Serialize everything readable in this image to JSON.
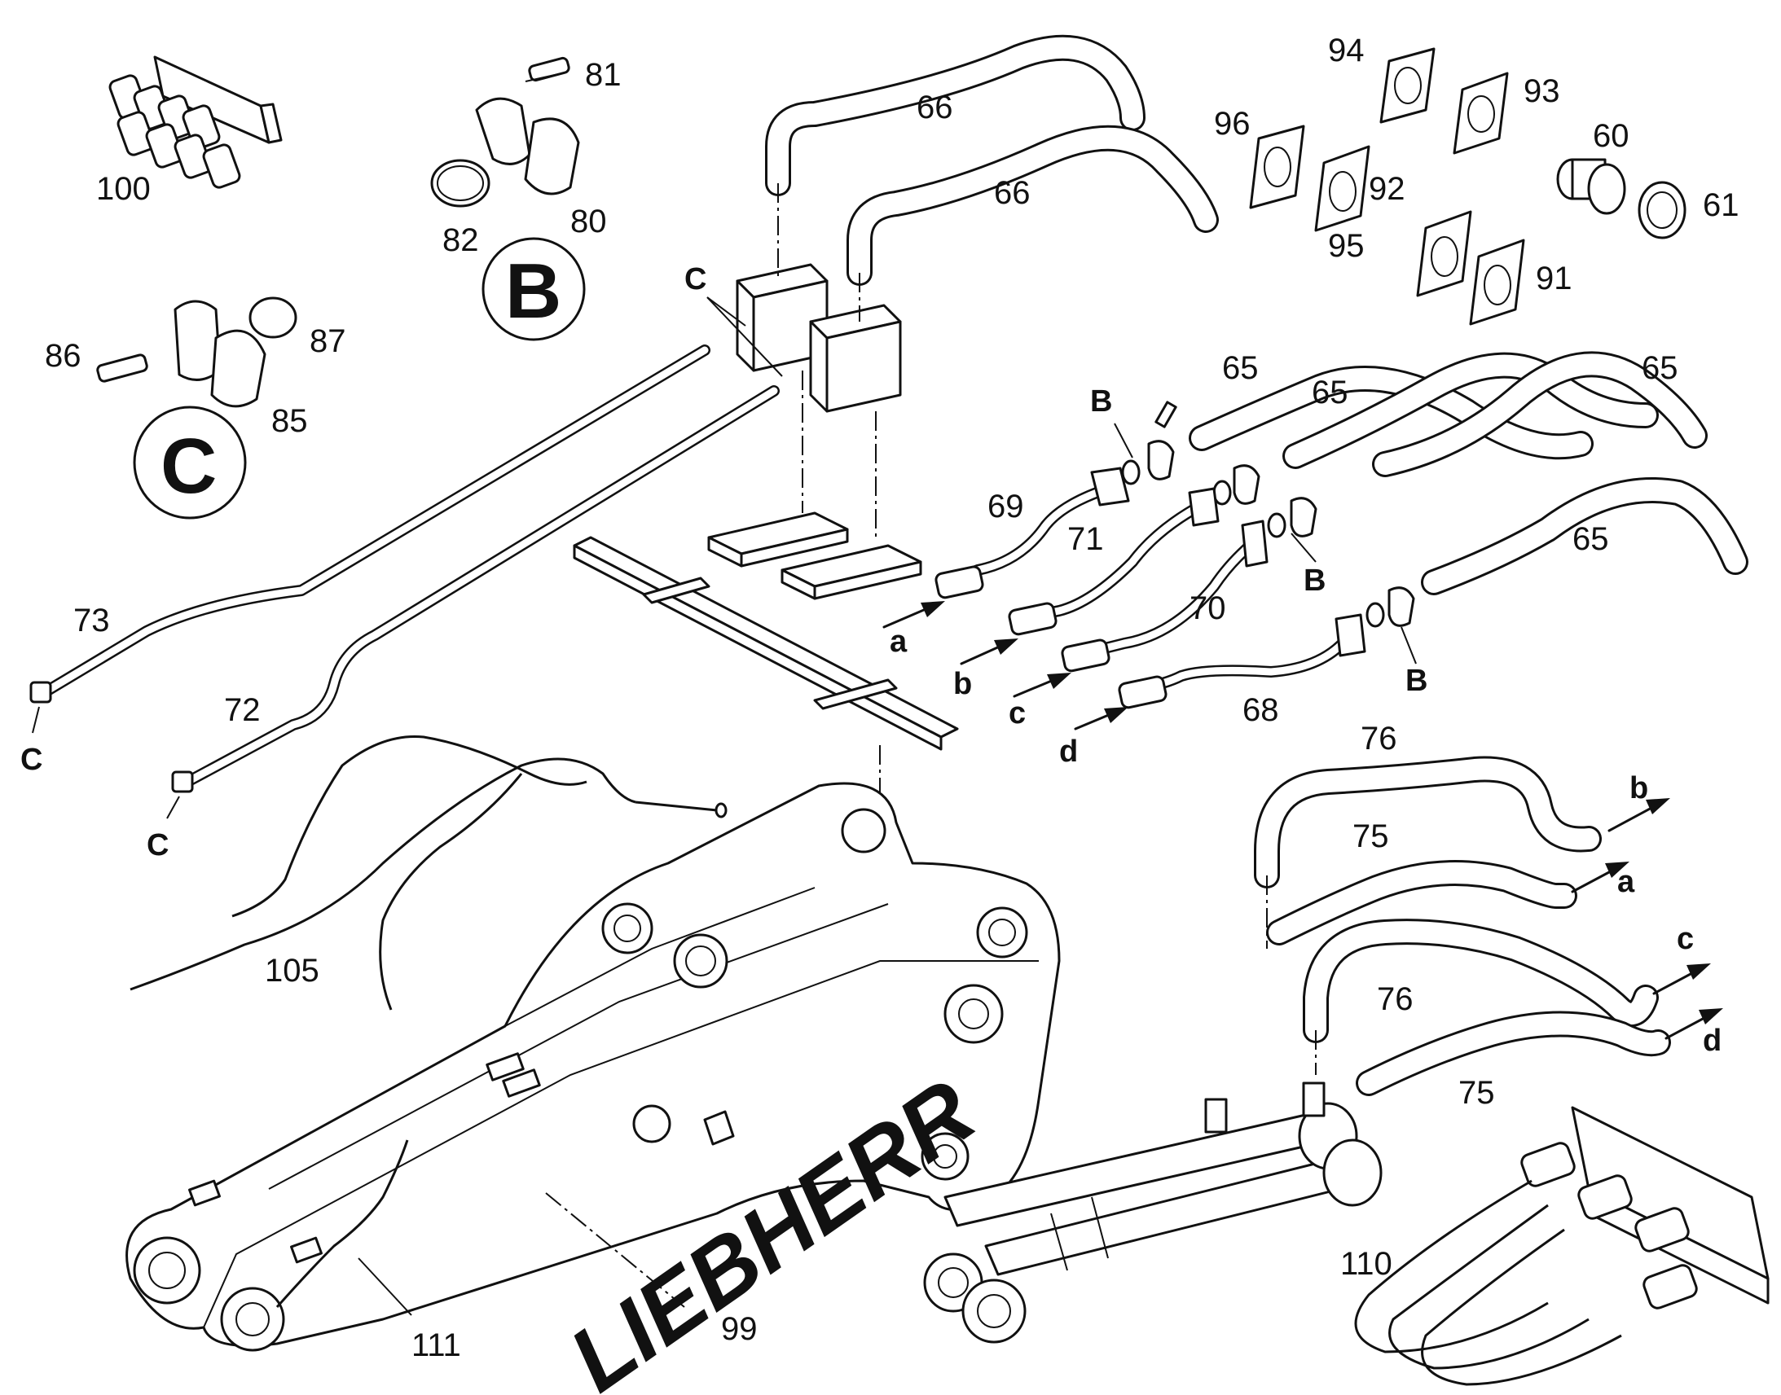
{
  "part_labels": {
    "p100": "100",
    "p81": "81",
    "p82": "82",
    "p80": "80",
    "p86": "86",
    "p87": "87",
    "p85": "85",
    "p66a": "66",
    "p66b": "66",
    "p94": "94",
    "p93": "93",
    "p96": "96",
    "p60": "60",
    "p92": "92",
    "p61": "61",
    "p95": "95",
    "p91": "91",
    "p65a": "65",
    "p65b": "65",
    "p65c": "65",
    "p65d": "65",
    "p69": "69",
    "p71": "71",
    "p70": "70",
    "p68": "68",
    "p73": "73",
    "p72": "72",
    "p76a": "76",
    "p75a": "75",
    "p76b": "76",
    "p75b": "75",
    "p105": "105",
    "p111": "111",
    "p99": "99",
    "p110": "110"
  },
  "detail_labels": {
    "B": "B",
    "C": "C"
  },
  "callout_letters": {
    "c_top": "C",
    "c_73": "C",
    "c_72": "C",
    "b_top": "B",
    "b_mid": "B",
    "b_low": "B",
    "a_in": "a",
    "b_in": "b",
    "c_in": "c",
    "d_in": "d",
    "b_out": "b",
    "a_out": "a",
    "c_out": "c",
    "d_out": "d"
  },
  "logo_text": "LIEBHERR"
}
